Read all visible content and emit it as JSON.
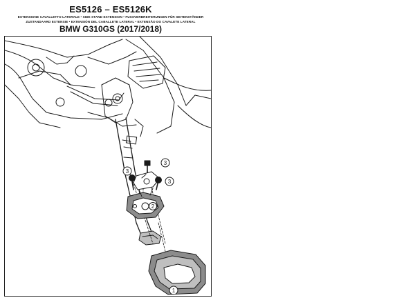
{
  "header": {
    "code_title": "ES5126 – ES5126K",
    "languages_line_1": "ESTENSIONE CAVALLETTO LATERALE • SIDE STAND EXTENSION • FUSSVERBREITERUNGEN FÜR SEITENSTÄNDER",
    "languages_line_2": "ZUSTANDAARD EXTENSIE • EXTENSIÓN DEL CABALLETE LATERAL • EXTENSÃO DO CAVALETE LATERAL",
    "model_title": "BMW G310GS (2017/2018)"
  },
  "callouts": {
    "part_1": "1",
    "part_2": "2",
    "part_3_bolt_right": "3",
    "part_3_bolt_left": "3",
    "part_3_bolt_center": "3"
  },
  "colors": {
    "line": "#1a1a1a",
    "plate_fill": "#bfbfbf",
    "plate_dark": "#8c8c8c",
    "background": "#ffffff"
  }
}
